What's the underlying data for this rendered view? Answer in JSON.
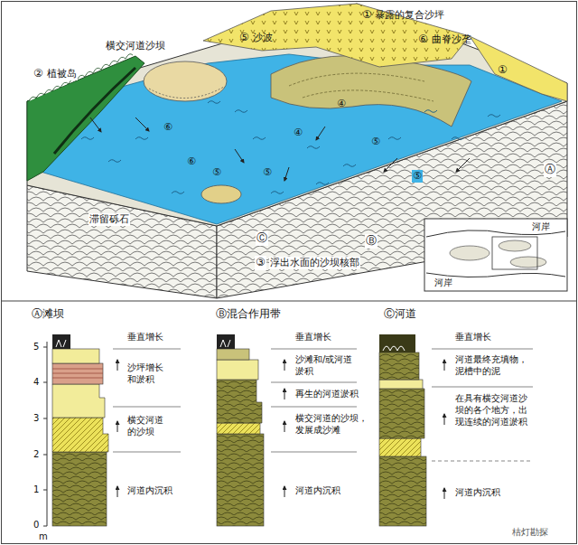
{
  "diagram": {
    "labels": [
      "①",
      "暴露的复合沙坪",
      "⑤",
      "沙波",
      "⑥",
      "曲脊沙垄",
      "横交河道沙坝",
      "②",
      "植被岛",
      "①",
      "④",
      "④",
      "⑤",
      "⑥",
      "⑥",
      "⑤",
      "⑤",
      "⑤",
      "滞留砾石",
      "Ⓐ",
      "Ⓒ",
      "Ⓑ",
      "③",
      "浮出水面的沙坝核部",
      "河岸",
      "河岸",
      "Ⓐ滩坝",
      "Ⓑ混合作用带",
      "Ⓒ河道",
      "5",
      "4",
      "3",
      "2",
      "1",
      "0",
      "m",
      "垂直增长",
      "沙坪增长和淤积",
      "横交河道的沙坝",
      "河道内沉积",
      "垂直增长",
      "沙滩和/或河道淤积",
      "再生的河道淤积",
      "横交河道的沙坝，发展成沙滩",
      "河道内沉积",
      "垂直增长",
      "河道最终充填物，泥槽中的泥",
      "在具有横交河道沙坝的各个地方，出现连续的河道淤积",
      "河道内沉积",
      "桔灯勘探"
    ]
  }
}
